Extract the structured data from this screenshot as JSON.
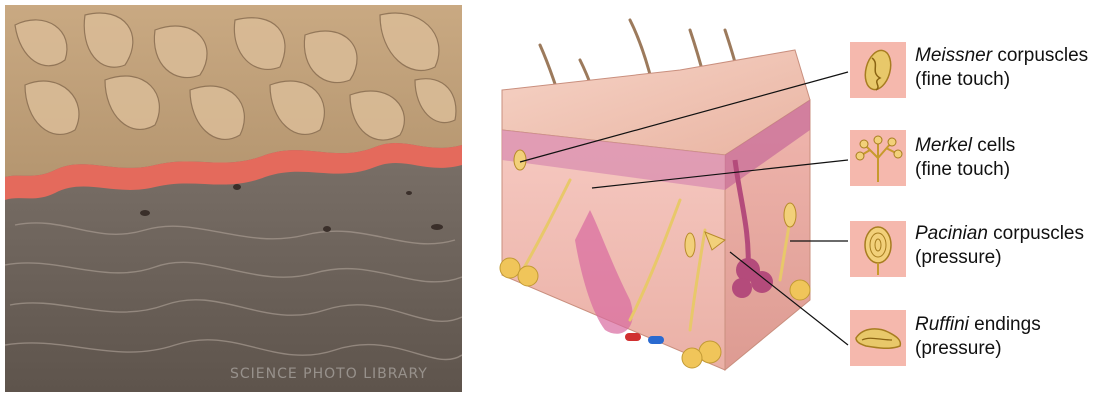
{
  "photo": {
    "watermark": "SCIENCE PHOTO LIBRARY"
  },
  "receptors": [
    {
      "name": "Meissner",
      "rest": " corpuscles",
      "function": "(fine touch)",
      "icon": "meissner-corpuscle-icon"
    },
    {
      "name": "Merkel",
      "rest": " cells",
      "function": "(fine touch)",
      "icon": "merkel-cell-icon"
    },
    {
      "name": "Pacinian",
      "rest": " corpuscles",
      "function": "(pressure)",
      "icon": "pacinian-corpuscle-icon"
    },
    {
      "name": "Ruffini",
      "rest": " endings",
      "function": "(pressure)",
      "icon": "ruffini-ending-icon"
    }
  ],
  "colors": {
    "epidermis_top": "#f1c9b8",
    "dermis": "#f4c3bc",
    "nerve": "#e8c86a",
    "gland": "#c0507a",
    "thumb_bg": "#f5b8ad",
    "sem_stain": "#e46a5c"
  }
}
